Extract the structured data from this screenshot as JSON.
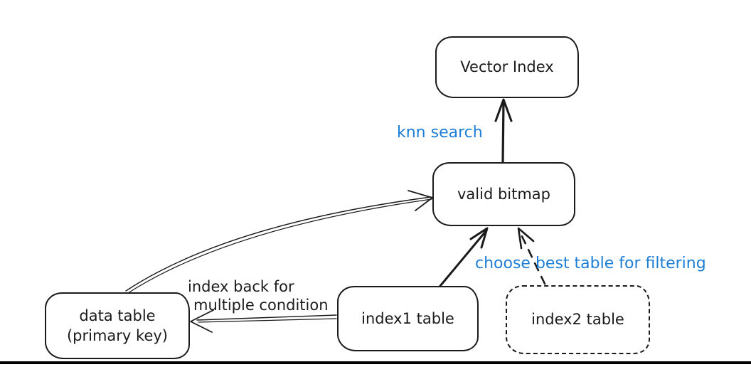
{
  "diagram": {
    "background_color": "#ffffff",
    "stroke_color": "#1b1b1b",
    "accent_color": "#1c7ed6",
    "nodes": [
      {
        "id": "vector-index",
        "label": "Vector Index",
        "border": "solid"
      },
      {
        "id": "valid-bitmap",
        "label": "valid bitmap",
        "border": "solid"
      },
      {
        "id": "data-table",
        "label_line1": "data table",
        "label_line2": "(primary key)",
        "border": "solid"
      },
      {
        "id": "index1-table",
        "label": "index1 table",
        "border": "solid"
      },
      {
        "id": "index2-table",
        "label": "index2 table",
        "border": "dashed"
      }
    ],
    "labels": {
      "knn_search": "knn search",
      "choose_best": "choose best table for filtering",
      "index_back_line1": "index back for",
      "index_back_line2": "multiple condition"
    },
    "edges": [
      {
        "from": "valid bitmap",
        "to": "Vector Index",
        "style": "solid-thick-arrow",
        "label": "knn search"
      },
      {
        "from": "data table (primary key)",
        "to": "valid bitmap",
        "style": "thin-curved-arrow",
        "label": ""
      },
      {
        "from": "index1 table",
        "to": "valid bitmap",
        "style": "solid-thick-arrow",
        "label": ""
      },
      {
        "from": "index2 table",
        "to": "valid bitmap",
        "style": "dashed-arrow",
        "label": "choose best table for filtering"
      },
      {
        "from": "index1 table",
        "to": "data table (primary key)",
        "style": "thin-double-line-arrow",
        "label": "index back for multiple condition"
      }
    ]
  }
}
